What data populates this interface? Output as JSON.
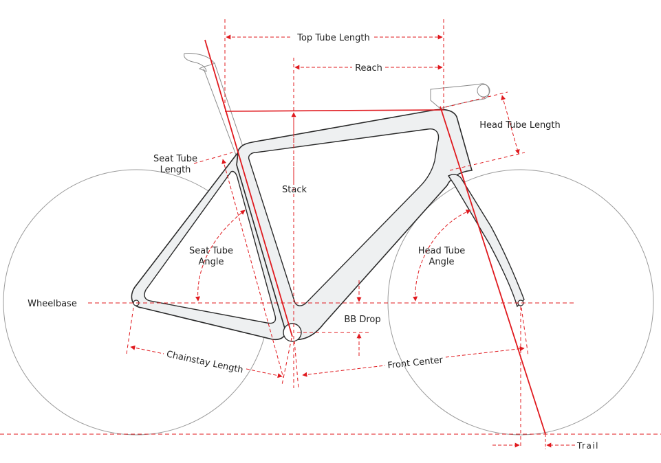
{
  "labels": {
    "top_tube_length": "Top Tube Length",
    "reach": "Reach",
    "head_tube_length": "Head Tube Length",
    "seat_tube_length_line1": "Seat Tube",
    "seat_tube_length_line2": "Length",
    "stack": "Stack",
    "seat_tube_angle_line1": "Seat Tube",
    "seat_tube_angle_line2": "Angle",
    "head_tube_angle_line1": "Head Tube",
    "head_tube_angle_line2": "Angle",
    "wheelbase": "Wheelbase",
    "bb_drop": "BB Drop",
    "chainstay_length": "Chainstay Length",
    "front_center": "Front Center",
    "trail": "Trail"
  },
  "colors": {
    "dimension": "#e0191e",
    "frame_outline": "#2a2a2a",
    "frame_fill": "#eef0f1",
    "wheel": "#9a9a9a",
    "parts": "#8a8a8a"
  }
}
